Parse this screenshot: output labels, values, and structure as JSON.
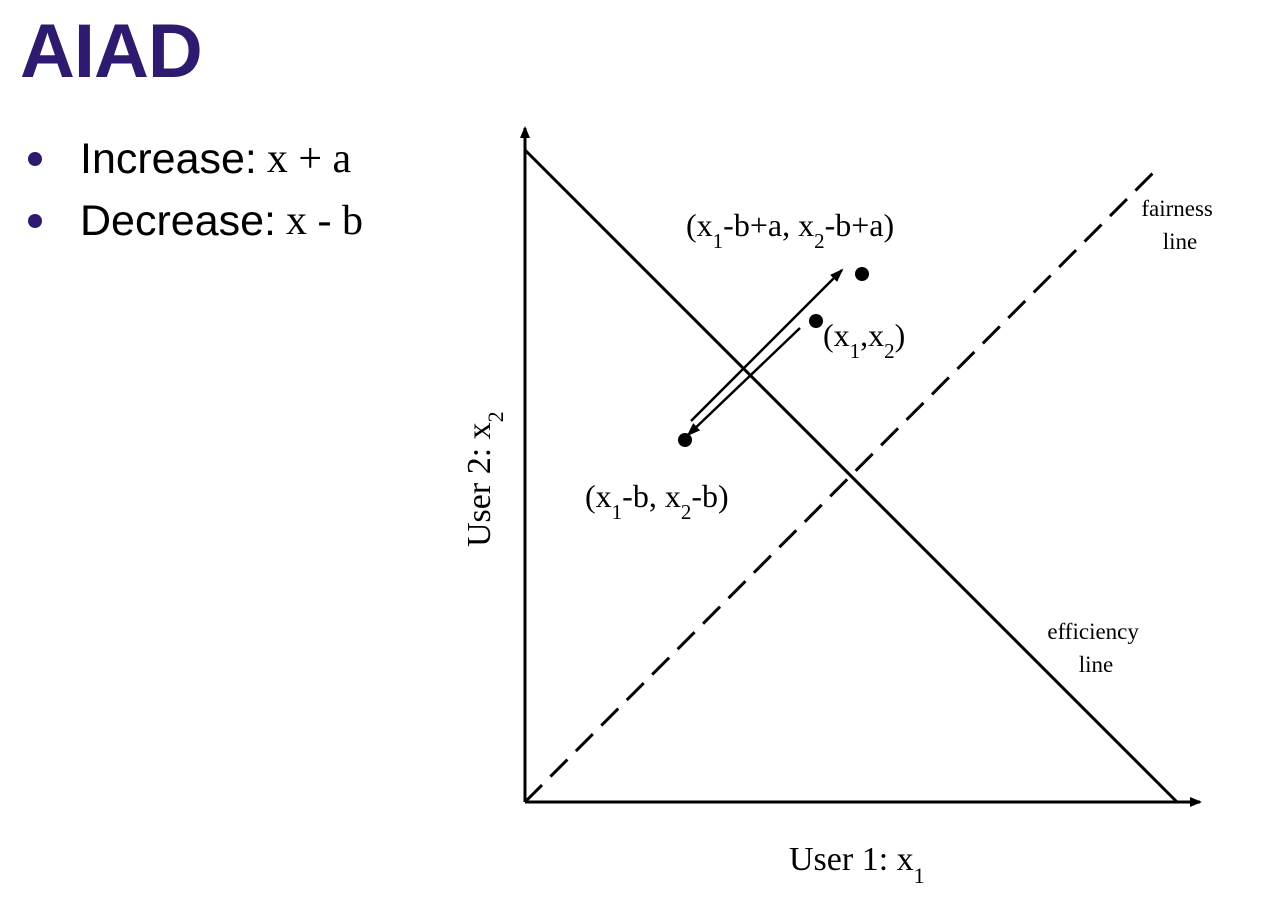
{
  "slide": {
    "title": "AIAD",
    "title_color": "#2e1a6e",
    "bullet_color": "#2e1a6e",
    "bullets": [
      {
        "label": "Increase:",
        "expr": "x + a"
      },
      {
        "label": "Decrease:",
        "expr": "x - b"
      }
    ]
  },
  "diagram": {
    "y_axis_label": "User 2: x",
    "y_axis_sub": "2",
    "x_axis_label": "User 1: x",
    "x_axis_sub": "1",
    "fairness_label": [
      "fairness",
      "line"
    ],
    "efficiency_label": [
      "efficiency",
      "line"
    ],
    "points": {
      "current": "(x1,x2)",
      "decreased": "(x1-b, x2-b)",
      "increased": "(x1-b+a, x2-b+a)"
    }
  }
}
